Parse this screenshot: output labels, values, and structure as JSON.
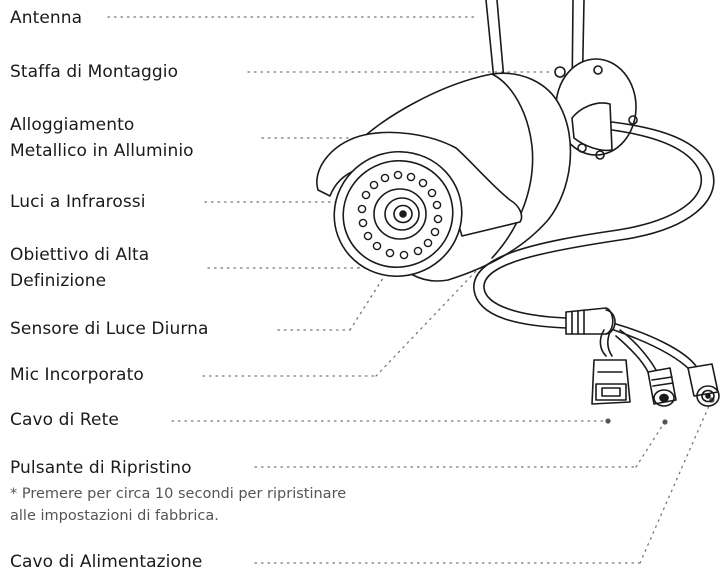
{
  "labels": {
    "antenna": "Antenna",
    "mount": "Staffa di Montaggio",
    "housing_line1": "Alloggiamento",
    "housing_line2": "Metallico in Alluminio",
    "ir": "Luci a Infrarossi",
    "lens_line1": "Obiettivo di Alta",
    "lens_line2": "Definizione",
    "daylight": "Sensore di Luce Diurna",
    "mic": "Mic Incorporato",
    "network": "Cavo di Rete",
    "reset": "Pulsante di Ripristino",
    "reset_note_line1": "* Premere per circa 10 secondi per ripristinare",
    "reset_note_line2": "alle impostazioni di fabbrica.",
    "power": "Cavo di Alimentazione"
  },
  "colors": {
    "line": "#1a1a1a",
    "leader": "#777777"
  }
}
